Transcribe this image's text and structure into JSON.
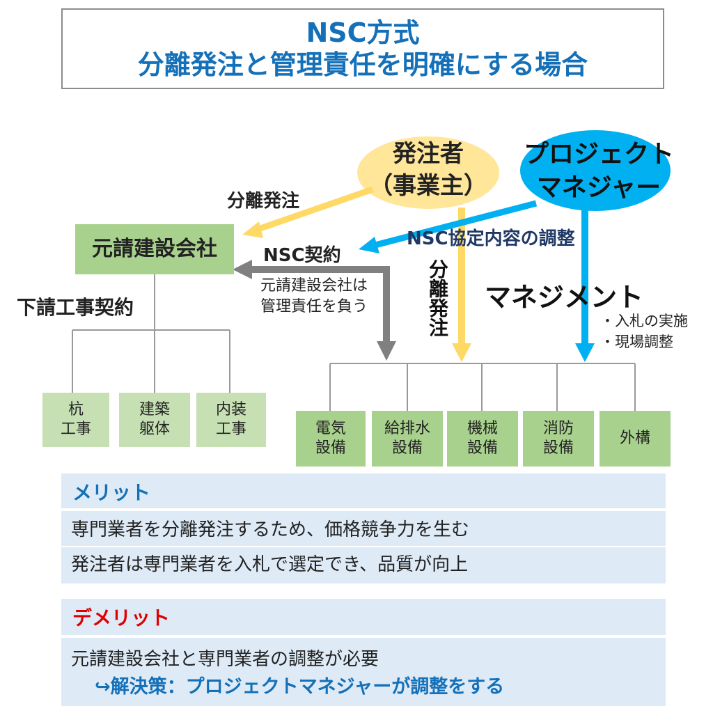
{
  "title": {
    "line1": "NSC方式",
    "line2": "分離発注と管理責任を明確にする場合"
  },
  "nodes": {
    "owner": {
      "line1": "発注者",
      "line2": "（事業主）"
    },
    "pm": {
      "line1": "プロジェクト",
      "line2": "マネジャー"
    },
    "general_contractor": "元請建設会社"
  },
  "labels": {
    "separate_order_left": "分離発注",
    "nsc_contract": "NSC契約",
    "nsc_adjust": "NSC協定内容の調整",
    "gc_responsibility_1": "元請建設会社は",
    "gc_responsibility_2": "管理責任を負う",
    "separate_order_vertical": "分離発注",
    "management": "マネジメント",
    "mgmt_item_1": "・入札の実施",
    "mgmt_item_2": "・現場調整",
    "subcontract": "下請工事契約"
  },
  "subcontractors": [
    {
      "line1": "杭",
      "line2": "工事"
    },
    {
      "line1": "建築",
      "line2": "躯体"
    },
    {
      "line1": "内装",
      "line2": "工事"
    }
  ],
  "specialists": [
    {
      "line1": "電気",
      "line2": "設備"
    },
    {
      "line1": "給排水",
      "line2": "設備"
    },
    {
      "line1": "機械",
      "line2": "設備"
    },
    {
      "line1": "消防",
      "line2": "設備"
    },
    {
      "line1": "外構",
      "line2": ""
    }
  ],
  "merit": {
    "heading": "メリット",
    "items": [
      "専門業者を分離発注するため、価格競争力を生む",
      "発注者は専門業者を入札で選定でき、品質が向上"
    ]
  },
  "demerit": {
    "heading": "デメリット",
    "item": "元請建設会社と専門業者の調整が必要",
    "solution": "↪解決策：プロジェクトマネジャーが調整をする"
  },
  "colors": {
    "title_blue": "#1470b8",
    "owner_yellow": "#ffe699",
    "arrow_yellow": "#ffd966",
    "pm_blue": "#00b0f0",
    "arrow_gray": "#808080",
    "dark_navy": "#1f3864",
    "demerit_red": "#e00000",
    "green_light": "#c6e0b4",
    "green_mid": "#a9d18e",
    "panel_blue": "#deebf7"
  }
}
